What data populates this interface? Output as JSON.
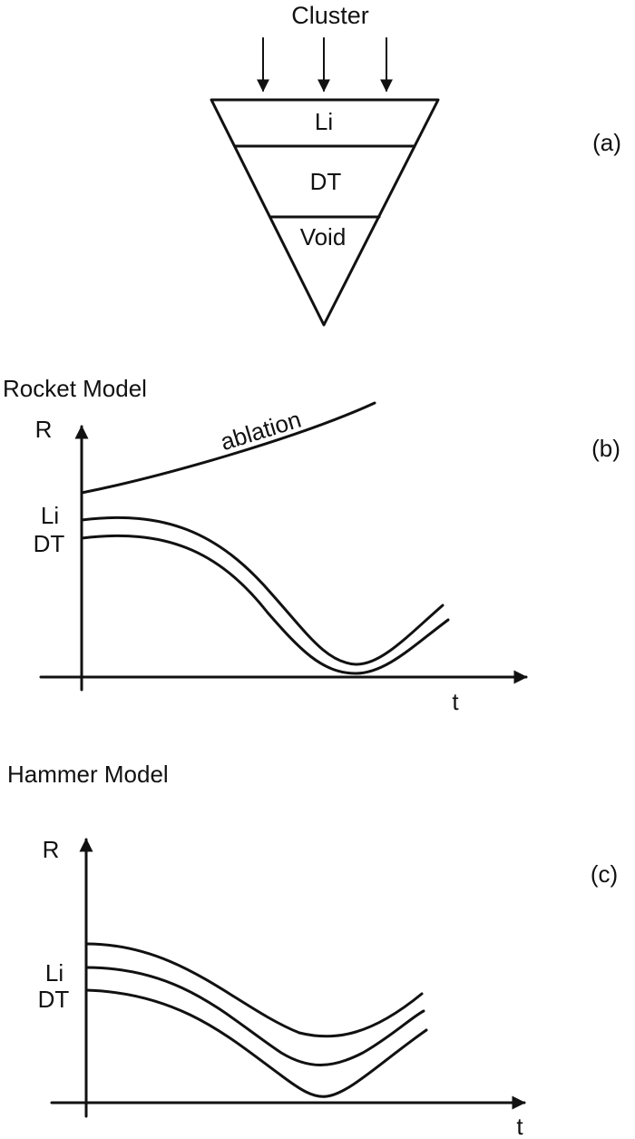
{
  "panel_a": {
    "title": "Cluster",
    "layers": [
      "Li",
      "DT",
      "Void"
    ],
    "panel_label": "(a)"
  },
  "panel_b": {
    "title": "Rocket Model",
    "y_axis": "R",
    "x_axis": "t",
    "curve_labels": [
      "Li",
      "DT"
    ],
    "annotation": "ablation",
    "panel_label": "(b)"
  },
  "panel_c": {
    "title": "Hammer Model",
    "y_axis": "R",
    "x_axis": "t",
    "curve_labels": [
      "Li",
      "DT"
    ],
    "panel_label": "(c)"
  },
  "colors": {
    "ink": "#111111",
    "background": "#ffffff"
  }
}
